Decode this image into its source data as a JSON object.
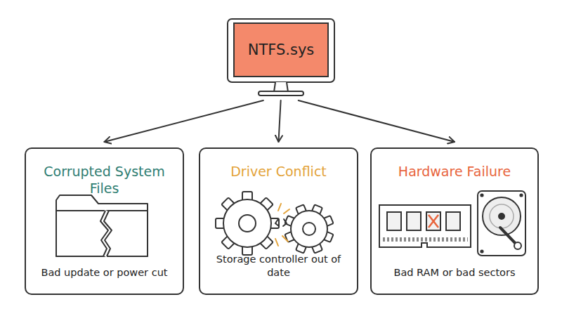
{
  "diagram": {
    "nodes": [
      {
        "text": [
          "NTFS.sys"
        ]
      },
      {
        "text": [
          "Corrupted System Files",
          "Bad update or power cut"
        ]
      },
      {
        "text": [
          "Driver Conflict",
          "Storage controller out of date"
        ]
      },
      {
        "text": [
          "Hardware Failure",
          "Bad RAM or bad sectors"
        ]
      }
    ],
    "edges": [
      {
        "from": 0,
        "to": 1,
        "arrow": "to"
      },
      {
        "from": 0,
        "to": 2,
        "arrow": "to"
      },
      {
        "from": 0,
        "to": 3,
        "arrow": "to"
      }
    ]
  }
}
